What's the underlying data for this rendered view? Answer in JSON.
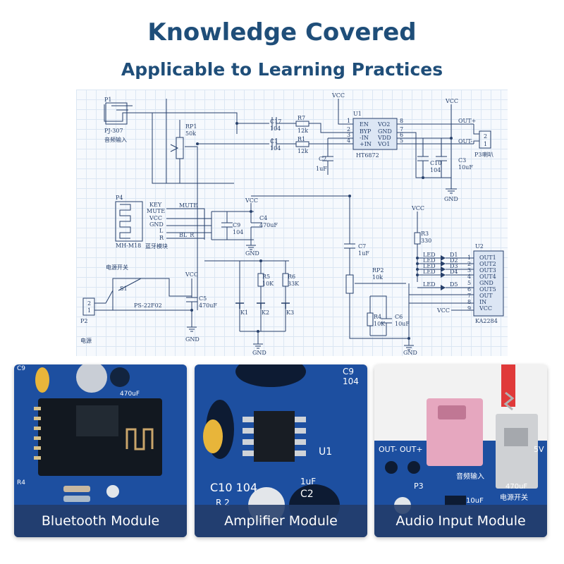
{
  "header": {
    "title": "Knowledge Covered",
    "subtitle": "Applicable to Learning Practices"
  },
  "schematic": {
    "labels": {
      "p1": "P1",
      "pj307": "PJ-307",
      "audio_in": "音频输入",
      "rp1": "RP1",
      "rp1_val": "50k",
      "c17": "C17",
      "c17_val": "104",
      "r7": "R7",
      "r7_val": "12k",
      "c1": "C1",
      "c1_val": "104",
      "r1": "R1",
      "r1_val": "12k",
      "vcc": "VCC",
      "u1": "U1",
      "u1_part": "HT6872",
      "u1_pins_left": [
        "EN",
        "BYP",
        "-IN",
        "+IN"
      ],
      "u1_pins_right": [
        "VO2",
        "GND",
        "VDD",
        "VO1"
      ],
      "u1_nums_left": [
        "1",
        "2",
        "3",
        "4"
      ],
      "u1_nums_right": [
        "8",
        "7",
        "6",
        "5"
      ],
      "c2": "C2",
      "c2_val": "1uF",
      "c10": "C10",
      "c10_val": "104",
      "c3": "C3",
      "c3_val": "10uF",
      "out_plus": "OUT+",
      "out_minus": "OUT-",
      "p3": "P3",
      "speaker": "喇叭",
      "p3_pin2": "2",
      "p3_pin1": "1",
      "gnd": "GND",
      "p4": "P4",
      "p4_pins": [
        "KEY",
        "MUTE",
        "VCC",
        "GND",
        "L",
        "R"
      ],
      "mute_net": "MUTE",
      "blr_net": "BL_R",
      "mhm18": "MH-M18",
      "bt_module": "蓝牙模块",
      "c9": "C9",
      "c9_val": "104",
      "c4": "C4",
      "c4_val": "470uF",
      "c7": "C7",
      "c7_val": "1uF",
      "r3": "R3",
      "r3_val": "330",
      "u2": "U2",
      "u2_part": "KA2284",
      "u2_pins": [
        "OUT1",
        "OUT2",
        "OUT3",
        "OUT4",
        "GND",
        "OUT5",
        "OUT",
        "IN",
        "VCC"
      ],
      "u2_nums": [
        "1",
        "2",
        "3",
        "4",
        "5",
        "6",
        "7",
        "8",
        "9"
      ],
      "led": "LED",
      "leds": [
        "D1",
        "D2",
        "D3",
        "D4",
        "D5"
      ],
      "power_switch": "电源开关",
      "s1": "S1",
      "ps22f02": "PS-22F02",
      "r5": "R5",
      "r5_val": "10K",
      "r6": "R6",
      "r6_val": "33K",
      "rp2": "RP2",
      "rp2_val": "10k",
      "c5": "C5",
      "c5_val": "470uF",
      "k1": "K1",
      "k2": "K2",
      "k3": "K3",
      "r4": "R4",
      "r4_val": "10K",
      "c6": "C6",
      "c6_val": "10uF",
      "p2": "P2",
      "p2_pin2": "2",
      "p2_pin1": "1",
      "power": "电源"
    }
  },
  "cards": [
    {
      "caption": "Bluetooth Module",
      "silk": {
        "c9": "C9",
        "r4": "R4",
        "v470": "470uF"
      }
    },
    {
      "caption": "Amplifier Module",
      "silk": {
        "c10_104": "C10 104",
        "c2": "C2",
        "uf": "1uF",
        "u1": "U1",
        "c9": "C9",
        "n104": "104",
        "r2": "R 2"
      }
    },
    {
      "caption": "Audio Input Module",
      "silk": {
        "out": "OUT- OUT+",
        "p3": "P3",
        "audio": "音频输入",
        "power_sw": "电源开关",
        "v470": "470uF",
        "v10": "10uF",
        "v": "5V"
      }
    }
  ],
  "colors": {
    "title": "#1f4e79",
    "wire": "#27406b",
    "grid": "#dbe6f3",
    "component_fill": "#dce6f4",
    "pcb": "#1d4fa0",
    "caption_bg": "#233c69"
  }
}
